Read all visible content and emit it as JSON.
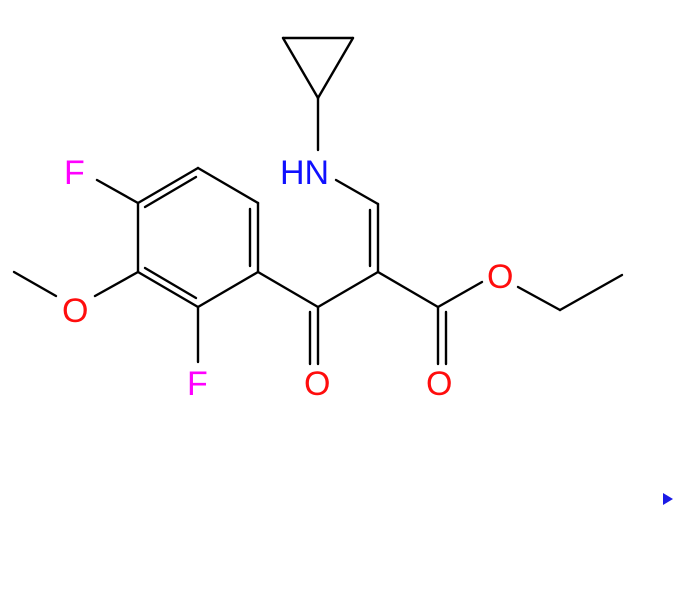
{
  "colors": {
    "bond": "#000000",
    "oxygen": "#ff0d0d",
    "nitrogen": "#1010ff",
    "fluorine": "#ff00ff",
    "marker": "#1a1ae6"
  },
  "atoms": {
    "fluorine_top": "F",
    "fluorine_bottom": "F",
    "oxygen_methoxy": "O",
    "oxygen_ketone": "O",
    "oxygen_ester_carbonyl": "O",
    "oxygen_ester": "O",
    "amine": "HN"
  },
  "marker_icon": "triangle-right-icon"
}
